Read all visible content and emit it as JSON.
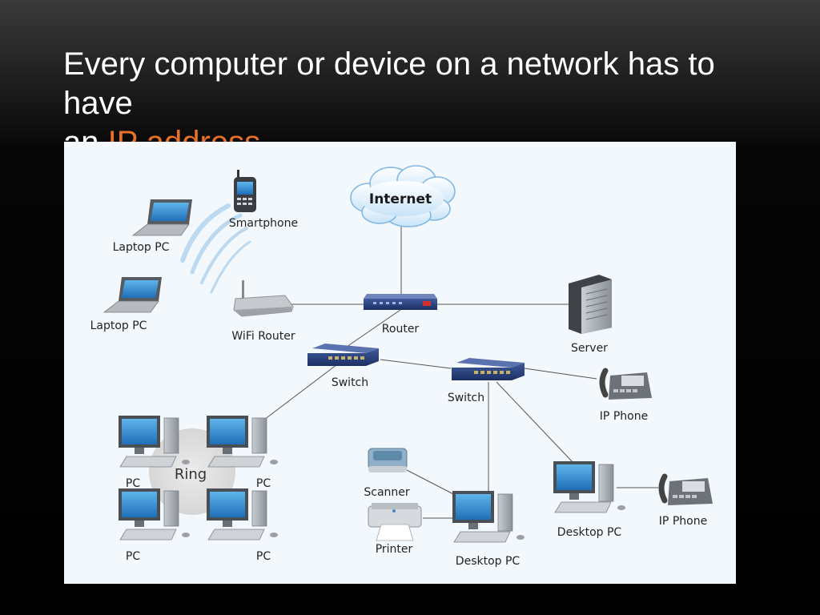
{
  "slide": {
    "title_line1": "Every computer or device on a network has to have",
    "title_line2_prefix": "an ",
    "title_highlight": "IP address",
    "accent_color": "#e8702a"
  },
  "diagram": {
    "internet": "Internet",
    "router": "Router",
    "server": "Server",
    "wifi_router": "WiFi Router",
    "smartphone": "Smartphone",
    "laptop_1": "Laptop PC",
    "laptop_2": "Laptop PC",
    "switch_1": "Switch",
    "switch_2": "Switch",
    "ip_phone_1": "IP Phone",
    "ip_phone_2": "IP Phone",
    "ring": "Ring",
    "pc_1": "PC",
    "pc_2": "PC",
    "pc_3": "PC",
    "pc_4": "PC",
    "scanner": "Scanner",
    "printer": "Printer",
    "desktop_pc_1": "Desktop PC",
    "desktop_pc_2": "Desktop PC"
  }
}
